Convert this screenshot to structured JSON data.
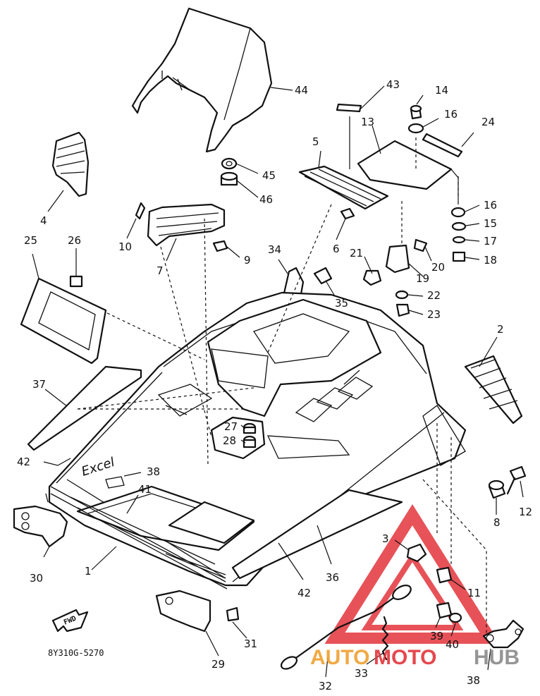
{
  "diagram_code": "8Y310G-5270",
  "fwd_label": "FWD",
  "decal_text": "Excel",
  "watermark": {
    "text_a": "AUTO",
    "text_b": "MOTO",
    "text_c": "HUB",
    "color_red": "#e3353b",
    "color_orange": "#f0a030",
    "color_gray": "#8a8a8a"
  },
  "callouts": [
    "44",
    "43",
    "14",
    "16",
    "13",
    "24",
    "4",
    "45",
    "46",
    "5",
    "16",
    "15",
    "17",
    "18",
    "10",
    "7",
    "9",
    "6",
    "21",
    "19",
    "20",
    "22",
    "23",
    "25",
    "26",
    "34",
    "35",
    "2",
    "37",
    "27",
    "28",
    "42",
    "38",
    "41",
    "8",
    "12",
    "30",
    "1",
    "3",
    "11",
    "36",
    "42",
    "39",
    "40",
    "38",
    "31",
    "29",
    "32",
    "33"
  ]
}
